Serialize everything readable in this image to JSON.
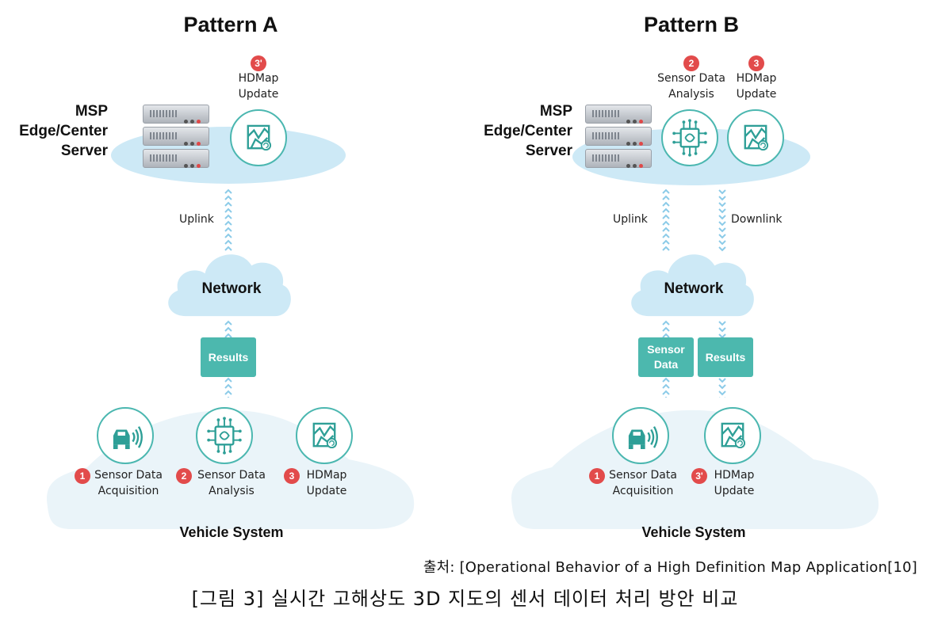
{
  "pattern_a": {
    "title": "Pattern A",
    "server_label": "MSP\nEdge/Center\nServer",
    "server_step": {
      "badge": "3'",
      "label": "HDMap\nUpdate"
    },
    "uplink_label": "Uplink",
    "network_label": "Network",
    "results_label": "Results",
    "vehicle_steps": [
      {
        "badge": "1",
        "label": "Sensor Data\nAcquisition"
      },
      {
        "badge": "2",
        "label": "Sensor Data\nAnalysis"
      },
      {
        "badge": "3",
        "label": "HDMap\nUpdate"
      }
    ],
    "vehicle_label": "Vehicle System"
  },
  "pattern_b": {
    "title": "Pattern B",
    "server_label": "MSP\nEdge/Center\nServer",
    "server_steps": [
      {
        "badge": "2",
        "label": "Sensor Data\nAnalysis"
      },
      {
        "badge": "3",
        "label": "HDMap\nUpdate"
      }
    ],
    "uplink_label": "Uplink",
    "downlink_label": "Downlink",
    "network_label": "Network",
    "sensor_data_label": "Sensor\nData",
    "results_label": "Results",
    "vehicle_steps": [
      {
        "badge": "1",
        "label": "Sensor Data\nAcquisition"
      },
      {
        "badge": "3'",
        "label": "HDMap\nUpdate"
      }
    ],
    "vehicle_label": "Vehicle System"
  },
  "source": "출처: [Operational Behavior of a High Definition Map Application[10]",
  "caption": "[그림 3] 실시간 고해상도 3D 지도의 센서 데이터 처리 방안 비교",
  "colors": {
    "teal": "#4cb8ae",
    "cloud": "#cde9f6",
    "badge": "#e24b4b",
    "link": "#8ccbe8"
  },
  "icons": [
    "server-icon",
    "hdmap-icon",
    "chip-brain-icon",
    "car-sensor-icon"
  ]
}
